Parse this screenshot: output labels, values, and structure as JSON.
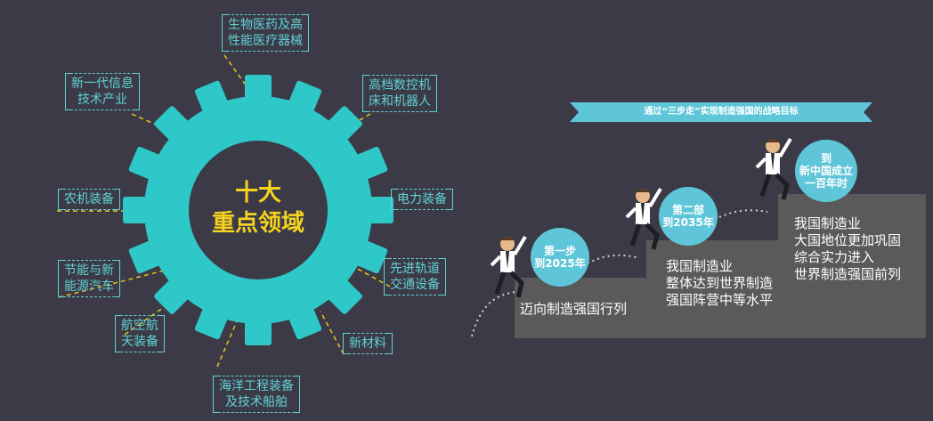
{
  "gear": {
    "title": "十大\n重点领域"
  },
  "domains": [
    "生物医药及高\n性能医疗器械",
    "高档数控机\n床和机器人",
    "电力装备",
    "先进轨道\n交通设备",
    "新材料",
    "海洋工程装备\n及技术船舶",
    "航空航\n天装备",
    "节能与新\n能源汽车",
    "农机装备",
    "新一代信息\n技术产业"
  ],
  "banner": {
    "text": "通过“三步走”实现制造强国的战略目标"
  },
  "steps": [
    {
      "badge": "第一步\n到2025年",
      "desc": "迈向制造强国行列"
    },
    {
      "badge": "第二部\n到2035年",
      "desc": "我国制造业\n整体达到世界制造\n强国阵营中等水平"
    },
    {
      "badge": "到\n新中国成立\n一百年时",
      "desc": "我国制造业\n大国地位更加巩固\n综合实力进入\n世界制造强国前列"
    }
  ],
  "colors": {
    "background": "#3c3a46",
    "gear": "#2ec8c8",
    "accent": "#f4d21f",
    "stairs": "#5a5a5a",
    "badge": "#5ec6d8"
  }
}
